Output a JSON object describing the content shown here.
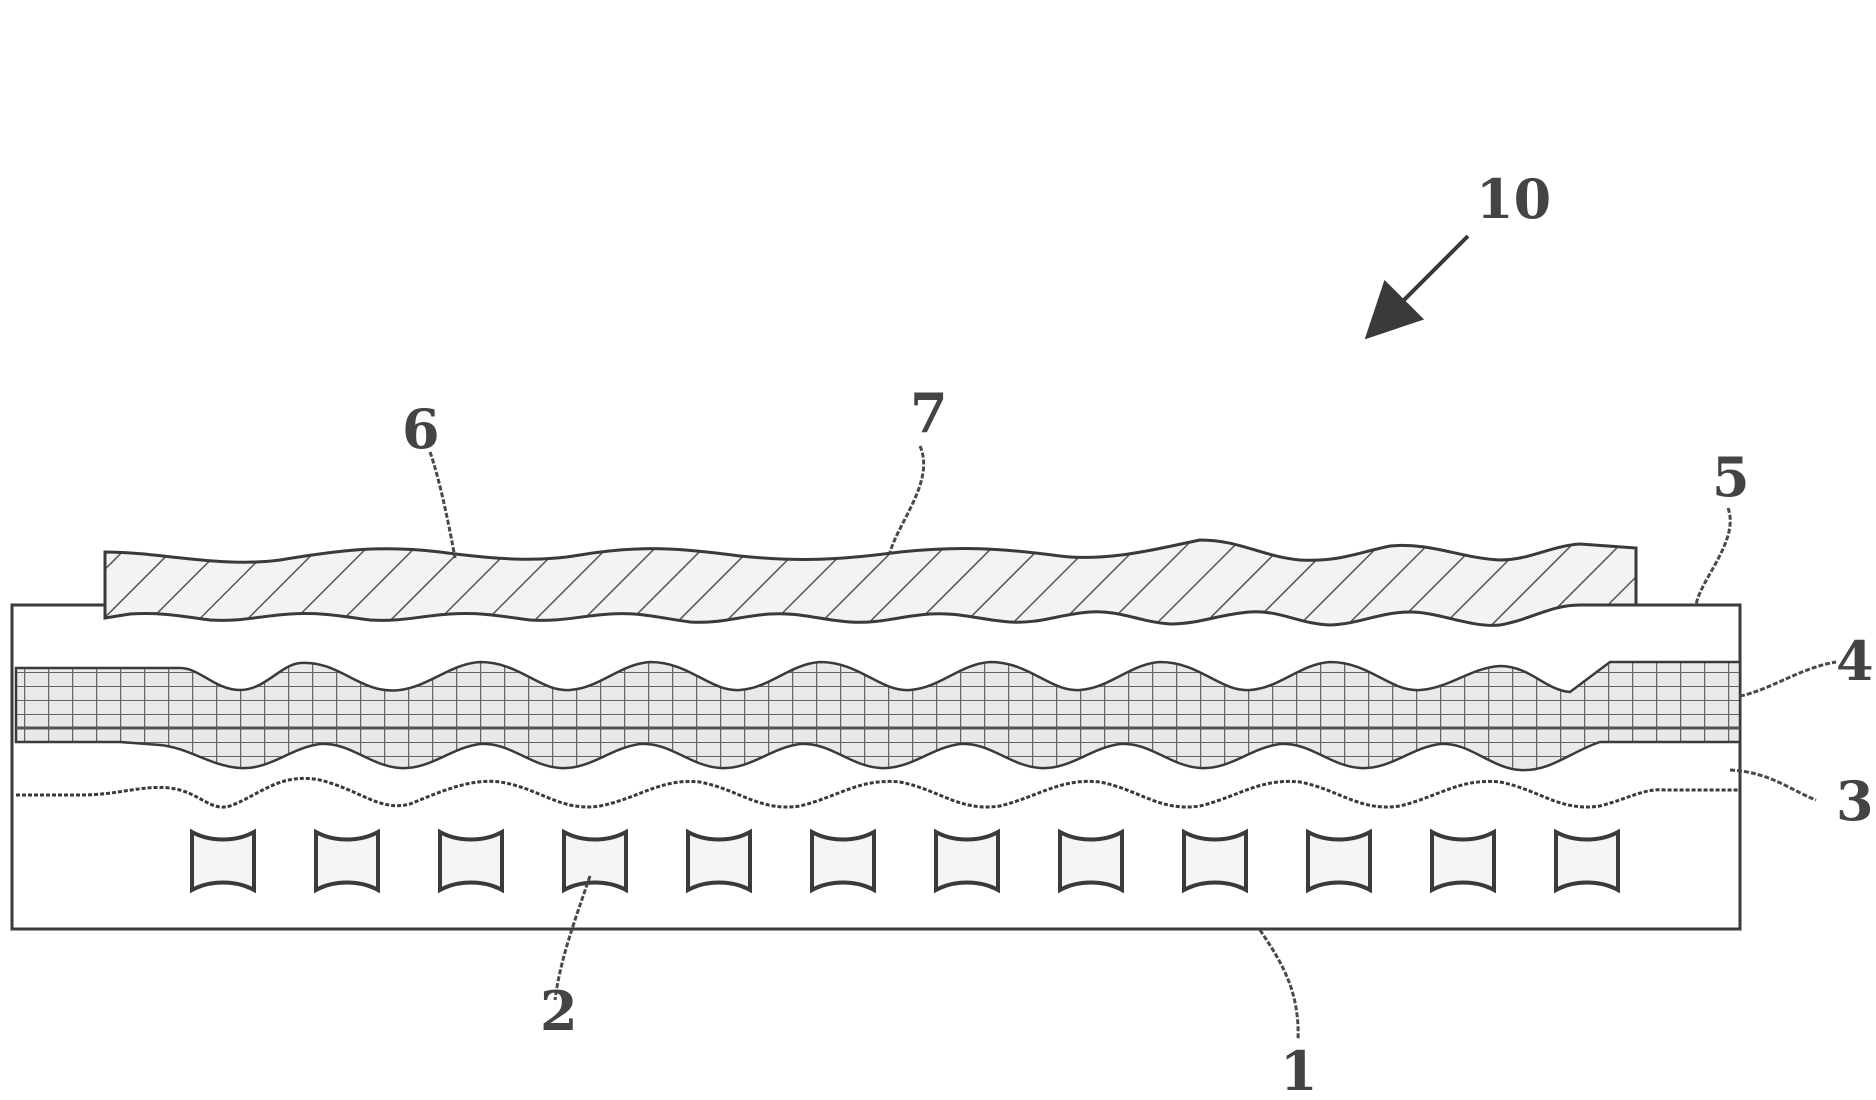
{
  "labels": {
    "device": "10",
    "substrate": "1",
    "elements": "2",
    "layer_3": "3",
    "layer_4": "4",
    "layer_5": "5",
    "layer_6": "6",
    "layer_7": "7"
  },
  "colors": {
    "ink": "#3a3a3a",
    "background": "#ffffff"
  }
}
